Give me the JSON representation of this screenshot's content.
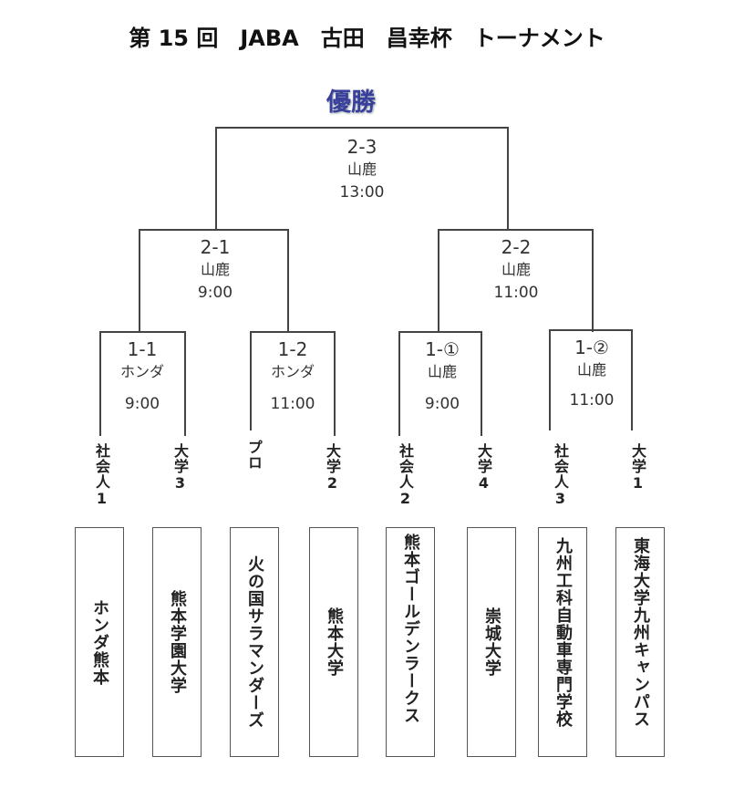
{
  "title": "第 15 回　JABA　古田　昌幸杯　トーナメント",
  "champion_label": "優勝",
  "matches": {
    "final": {
      "code": "2-3",
      "venue": "山鹿",
      "time": "13:00"
    },
    "semi1": {
      "code": "2-1",
      "venue": "山鹿",
      "time": "9:00"
    },
    "semi2": {
      "code": "2-2",
      "venue": "山鹿",
      "time": "11:00"
    },
    "r1a": {
      "code": "1-1",
      "venue": "ホンダ",
      "time": "9:00"
    },
    "r1b": {
      "code": "1-2",
      "venue": "ホンダ",
      "time": "11:00"
    },
    "r1c": {
      "code": "1-①",
      "venue": "山鹿",
      "time": "9:00"
    },
    "r1d": {
      "code": "1-②",
      "venue": "山鹿",
      "time": "11:00"
    }
  },
  "seeds": [
    "社会人1",
    "大学3",
    "プロ",
    "大学2",
    "社会人2",
    "大学4",
    "社会人3",
    "大学1"
  ],
  "teams": [
    "ホンダ熊本",
    "熊本学園大学",
    "火の国サラマンダーズ",
    "熊本大学",
    "熊本ゴールデンラークス",
    "崇城大学",
    "九州工科自動車専門学校",
    "東海大学九州キャンパス"
  ]
}
